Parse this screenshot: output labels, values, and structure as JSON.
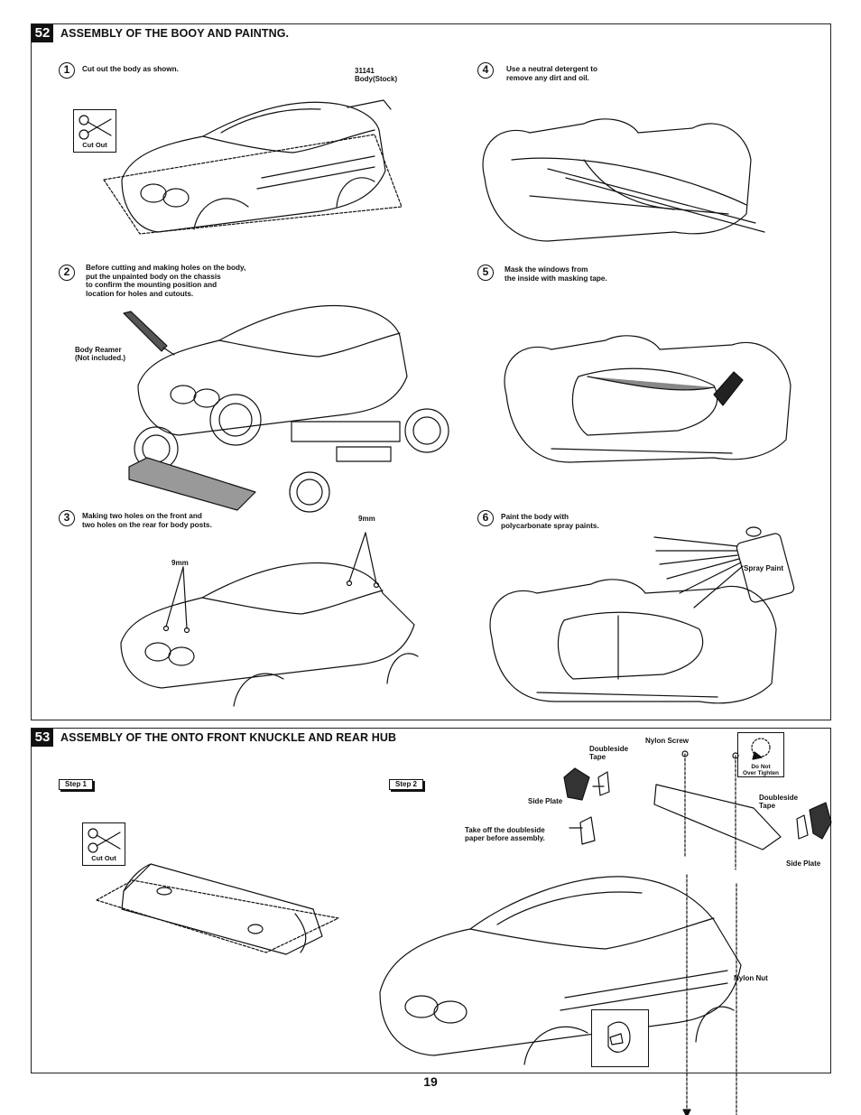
{
  "section52": {
    "number": "52",
    "title": "ASSEMBLY OF THE BOOY AND PAINTNG.",
    "steps": [
      {
        "num": "1",
        "text": "Cut out the  body as shown."
      },
      {
        "num": "2",
        "text": "Before cutting and making holes on the body,\nput the unpainted body on the chassis\nto confirm the mounting position and\nlocation for holes and cutouts."
      },
      {
        "num": "3",
        "text": "Making two holes on the front and\ntwo holes on the rear for body posts."
      },
      {
        "num": "4",
        "text": "Use a neutral detergent to\nremove any dirt and oil."
      },
      {
        "num": "5",
        "text": "Mask the windows from\n the inside with masking tape."
      },
      {
        "num": "6",
        "text": "Paint the body with\npolycarbonate spray paints."
      }
    ],
    "labels": {
      "part_number": "31141\nBody(Stock)",
      "cut_out": "Cut Out",
      "body_reamer": "Body Reamer\n(Not included.)",
      "hole_front": "9mm",
      "hole_rear": "9mm",
      "spray_paint": "Spray Paint"
    }
  },
  "section53": {
    "number": "53",
    "title": "ASSEMBLY OF THE ONTO FRONT KNUCKLE AND REAR HUB",
    "step1": "Step 1",
    "step2": "Step 2",
    "labels": {
      "cut_out": "Cut Out",
      "doubleside_tape_left": "Doubleside\nTape",
      "nylon_screw": "Nylon Screw",
      "do_not_over_tighten": "Do Not\nOver Tighten",
      "side_plate_left": "Side Plate",
      "take_off": "Take off the doubleside\npaper before assembly.",
      "doubleside_tape_right": "Doubleside\nTape",
      "side_plate_right": "Side Plate",
      "nylon_nut": "Nylon Nut"
    }
  },
  "page_number": "19",
  "icons": [
    "scissors-icon",
    "spray-can-icon",
    "reamer-icon",
    "rotation-arrow-icon"
  ]
}
